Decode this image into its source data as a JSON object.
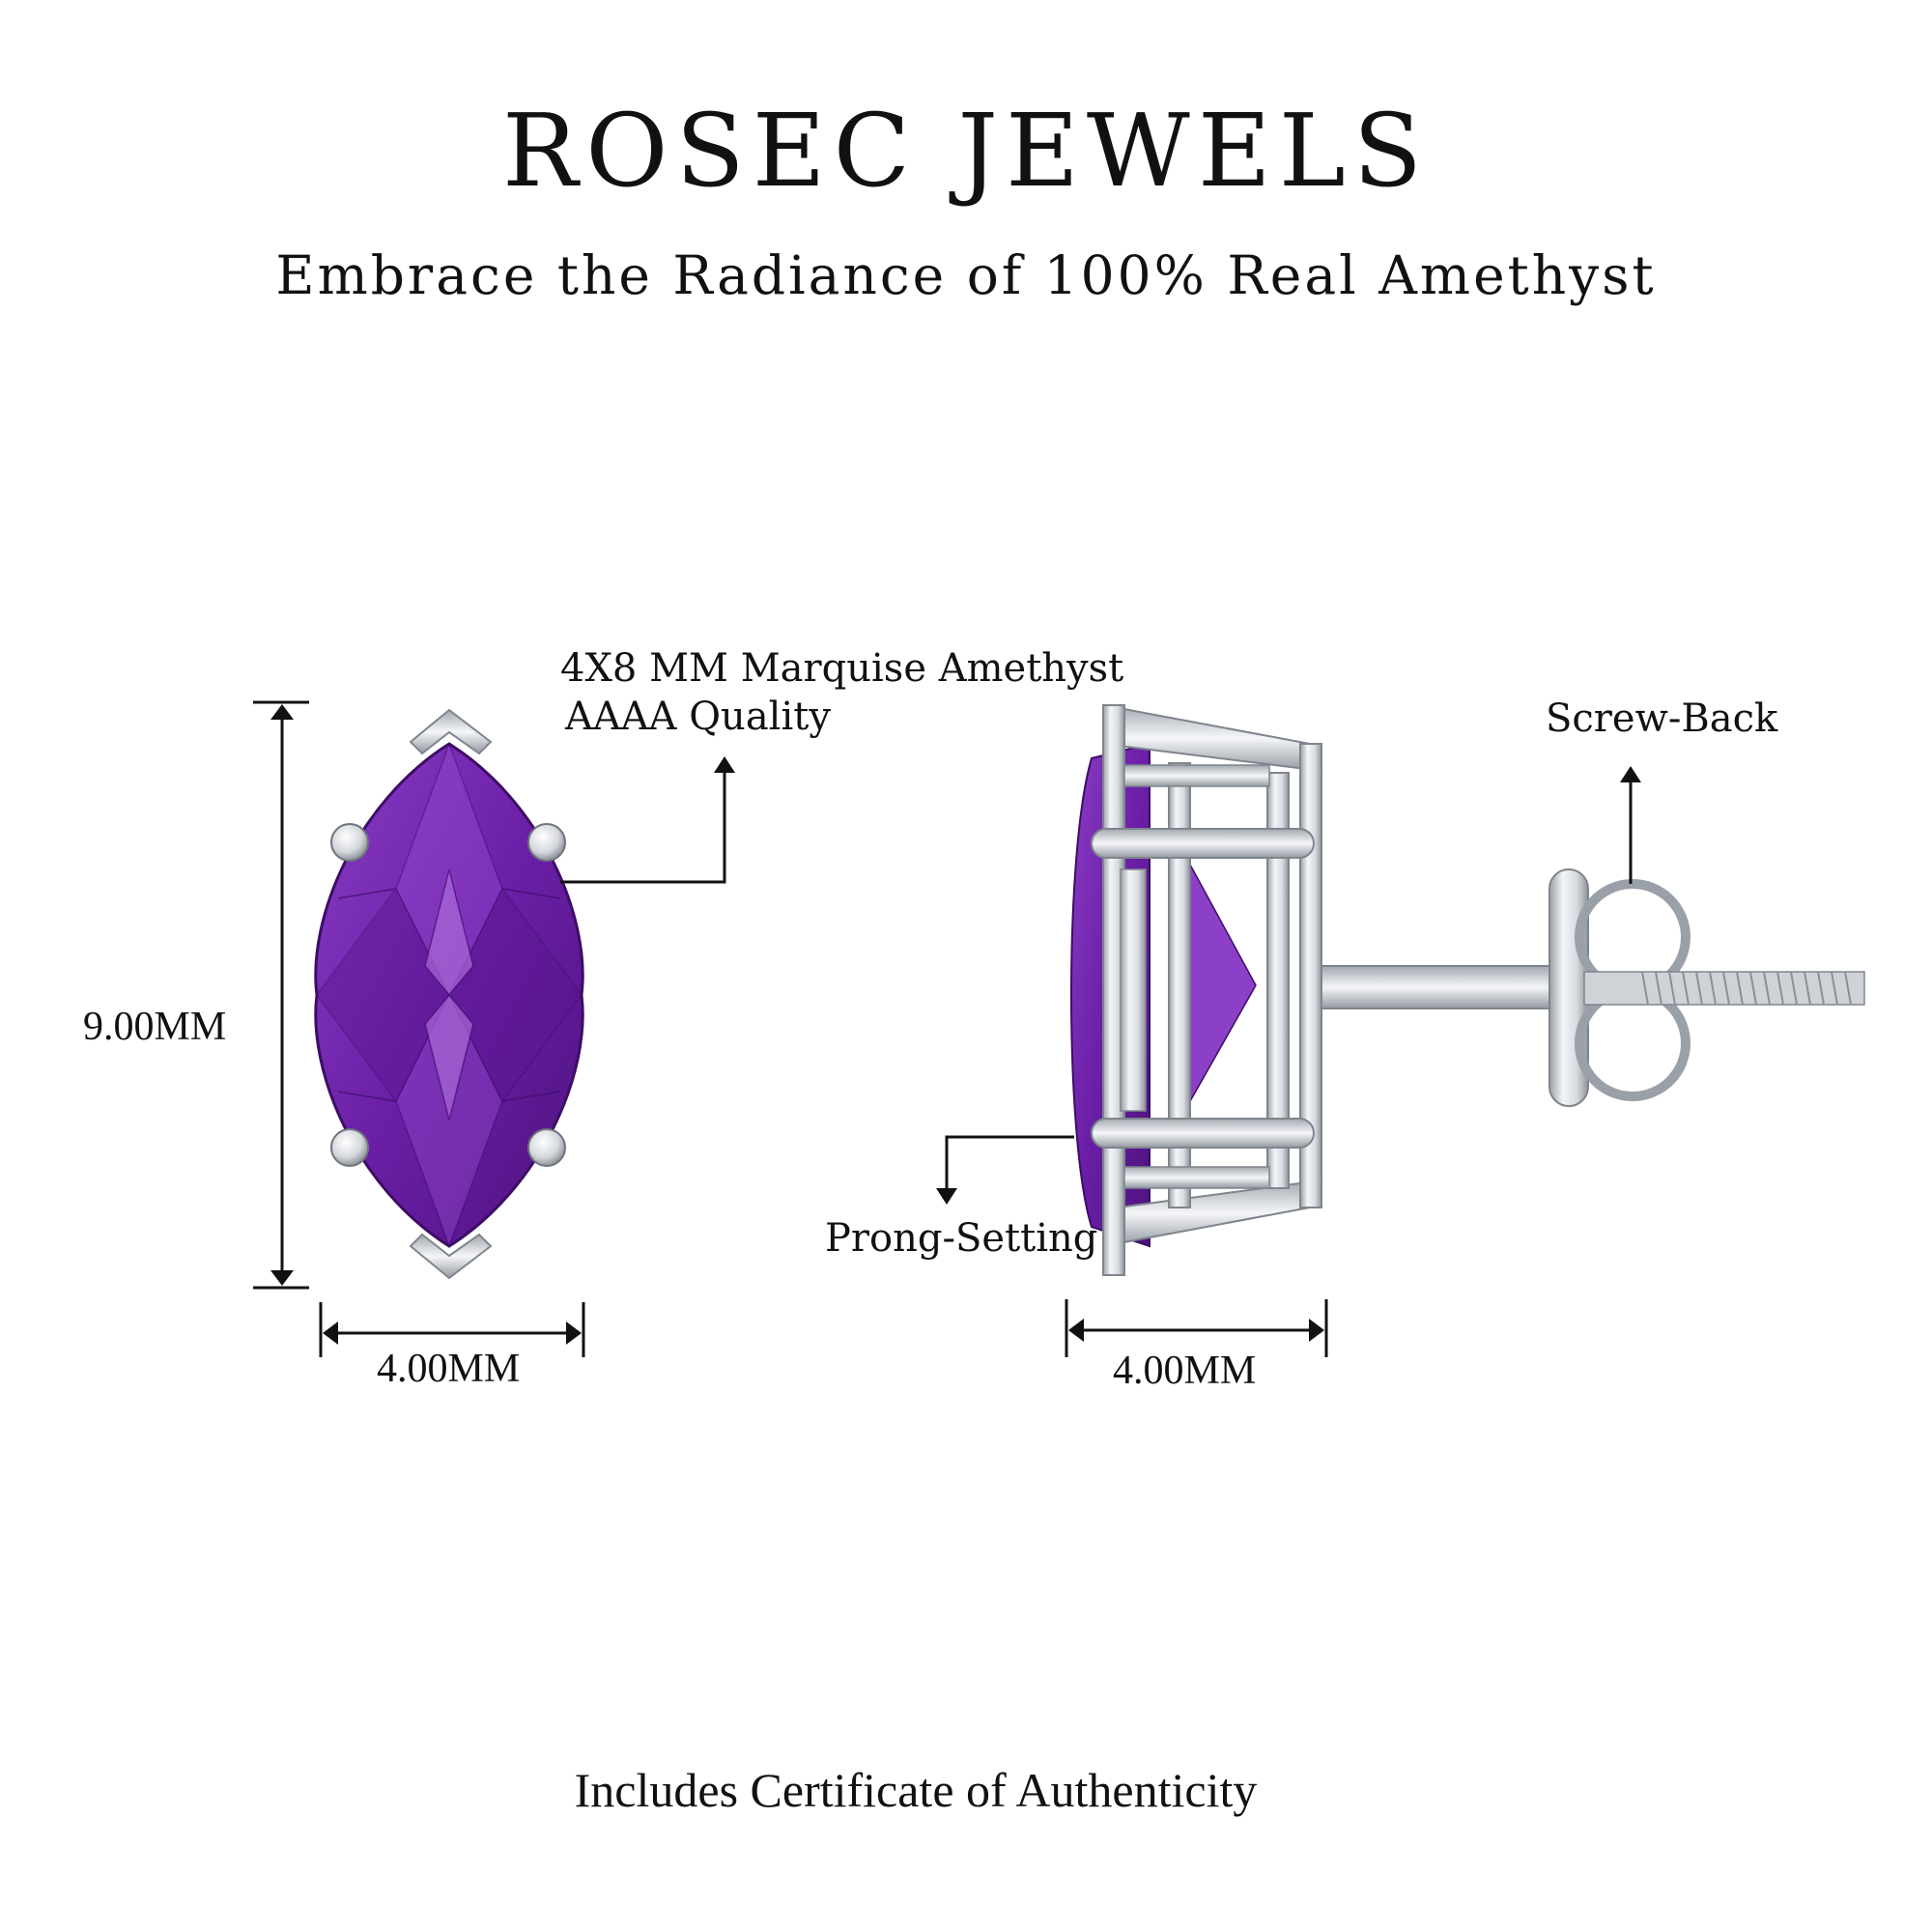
{
  "header": {
    "brand": "ROSEC JEWELS",
    "tagline": "Embrace the Radiance of 100% Real Amethyst"
  },
  "front_view": {
    "height_label": "9.00MM",
    "width_label": "4.00MM",
    "stone_callout_line1": "4X8 MM Marquise Amethyst",
    "stone_callout_line2": "AAAA Quality"
  },
  "side_view": {
    "width_label": "4.00MM",
    "setting_label": "Prong-Setting",
    "back_label": "Screw-Back"
  },
  "footer": {
    "certificate_text": "Includes Certificate of Authenticity"
  },
  "colors": {
    "amethyst": "#7a2fb3",
    "amethyst_dark": "#4e127e",
    "amethyst_light": "#a35ad6",
    "metal": "#e6e8ec",
    "metal_shadow": "#9aa0a8",
    "ink": "#111111"
  }
}
